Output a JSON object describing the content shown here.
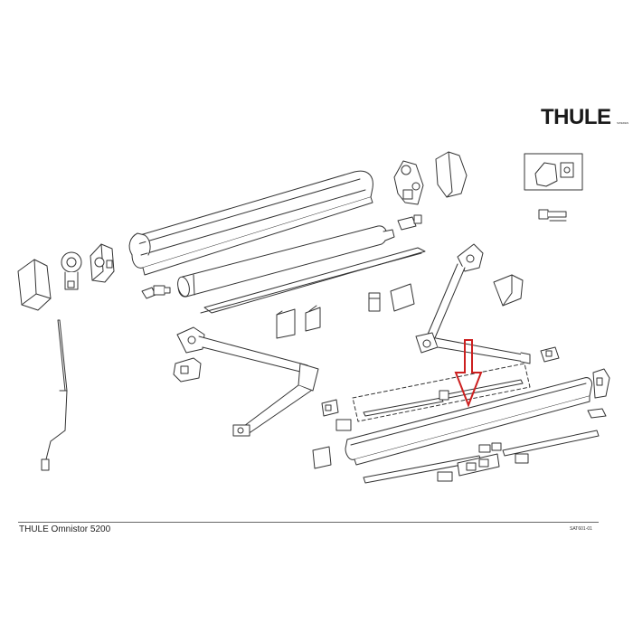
{
  "brand": {
    "logo_text": "THULE",
    "logo_subtext": "SWEDEN"
  },
  "footer": {
    "title": "THULE Omnistor 5200",
    "code": "SAT601-01"
  },
  "highlight_color": "#cc1f1f",
  "line_color": "#333333"
}
